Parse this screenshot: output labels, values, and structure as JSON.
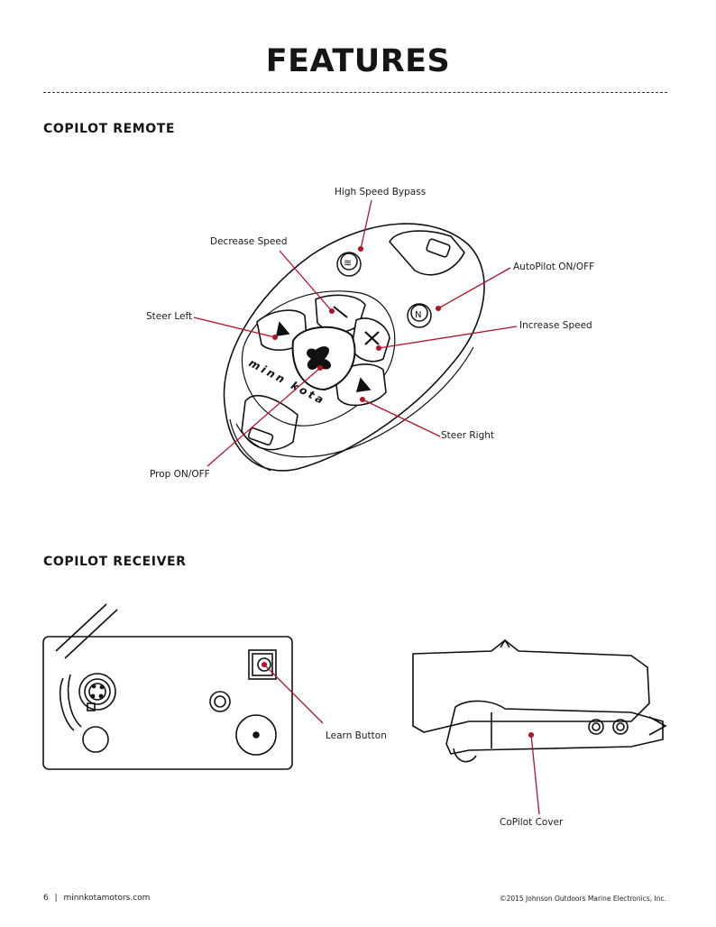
{
  "page": {
    "title": "FEATURES"
  },
  "remote_section": {
    "heading": "COPILOT REMOTE",
    "callouts": {
      "high_speed_bypass": "High Speed Bypass",
      "decrease_speed": "Decrease Speed",
      "autopilot_on_off": "AutoPilot ON/OFF",
      "steer_left": "Steer Left",
      "increase_speed": "Increase Speed",
      "steer_right": "Steer Right",
      "prop_on_off": "Prop ON/OFF"
    },
    "device_logo_text": "minn kota"
  },
  "receiver_section": {
    "heading": "COPILOT RECEIVER",
    "callouts": {
      "learn_button": "Learn Button",
      "copilot_cover": "CoPilot Cover"
    }
  },
  "footer": {
    "page_number": "6",
    "separator": "|",
    "website": "minnkotamotors.com",
    "copyright": "©2015 Johnson Outdoors Marine Electronics, Inc."
  },
  "colors": {
    "callout_line": "#b3122a",
    "line_art": "#111111"
  }
}
